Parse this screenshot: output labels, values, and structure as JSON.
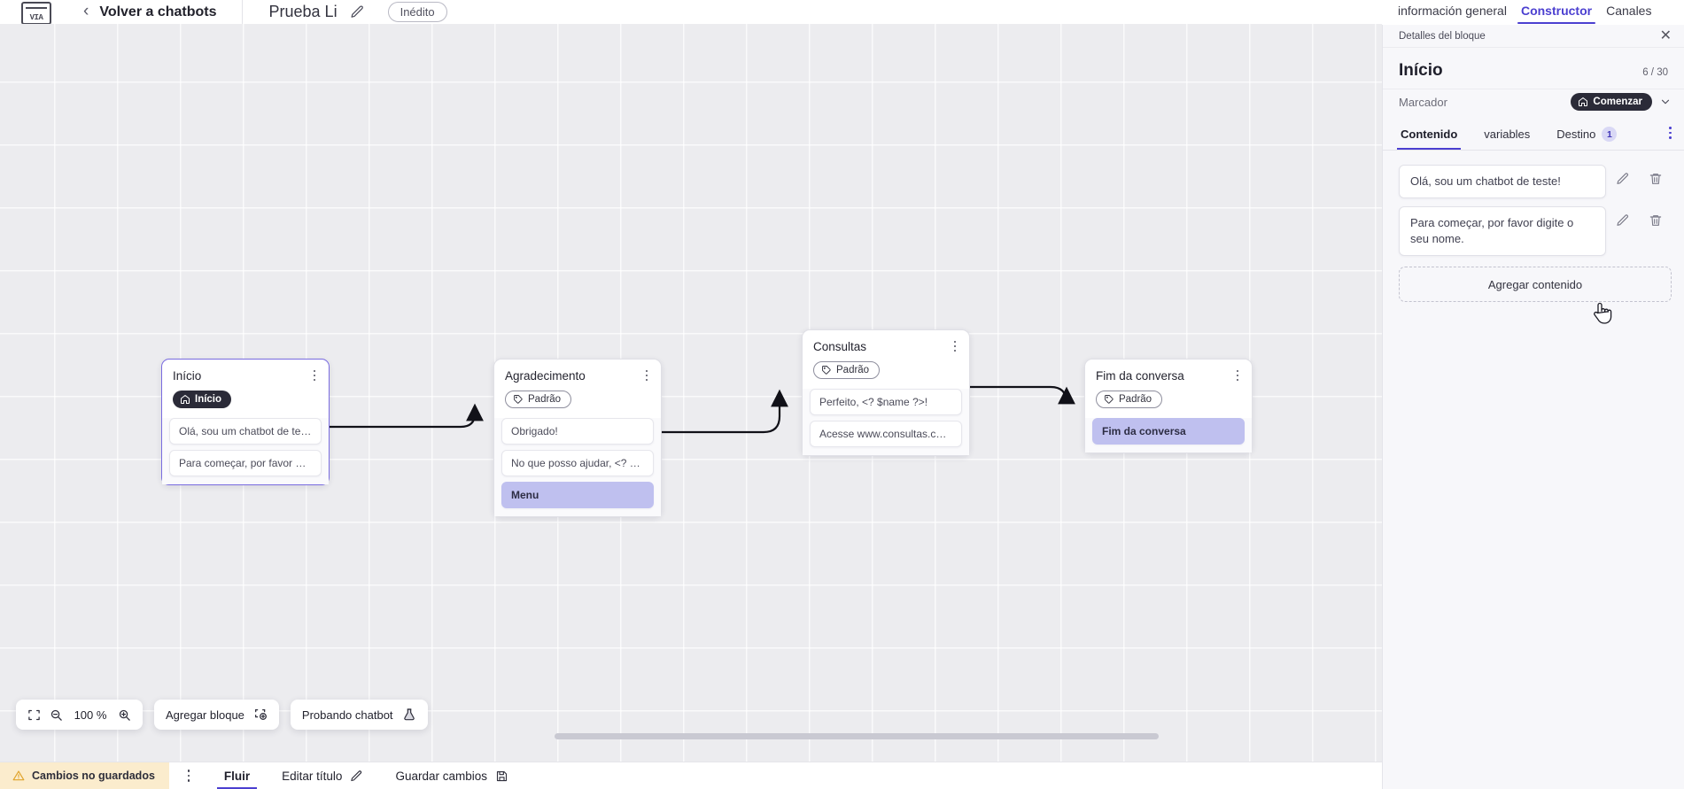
{
  "topbar": {
    "logo_text": "VIA",
    "back_label": "Volver a chatbots",
    "bot_name": "Prueba Li",
    "edit_icon": "pencil-icon",
    "status_chip": "Inédito"
  },
  "right_tabs": [
    {
      "label": "información general",
      "active": false
    },
    {
      "label": "Constructor",
      "active": true
    },
    {
      "label": "Canales",
      "active": false
    }
  ],
  "canvas": {
    "zoom_level": "100 %",
    "fit_icon": "fit-screen-icon",
    "zoom_out_icon": "zoom-out-icon",
    "zoom_in_icon": "zoom-in-icon",
    "add_block_label": "Agregar bloque",
    "add_block_icon": "add-block-icon",
    "test_label": "Probando chatbot",
    "test_icon": "flask-icon",
    "nodes": [
      {
        "id": "inicio",
        "title": "Início",
        "badge": {
          "text": "Início",
          "style": "dark",
          "icon": "home-icon"
        },
        "selected": true,
        "messages": [
          {
            "text": "Olá, sou um chatbot de teste!",
            "highlight": false
          },
          {
            "text": "Para começar, por favor digite o ...",
            "highlight": false
          }
        ]
      },
      {
        "id": "agradecimento",
        "title": "Agradecimento",
        "badge": {
          "text": "Padrão",
          "style": "outline",
          "icon": "tag-icon"
        },
        "selected": false,
        "messages": [
          {
            "text": "Obrigado!",
            "highlight": false
          },
          {
            "text": "No que posso ajudar, <? $name ...",
            "highlight": false
          },
          {
            "text": "Menu",
            "highlight": true
          }
        ]
      },
      {
        "id": "consultas",
        "title": "Consultas",
        "badge": {
          "text": "Padrão",
          "style": "outline",
          "icon": "tag-icon"
        },
        "selected": false,
        "messages": [
          {
            "text": "Perfeito, <? $name ?>!",
            "highlight": false
          },
          {
            "text": "Acesse www.consultas.com par...",
            "highlight": false
          }
        ]
      },
      {
        "id": "fim",
        "title": "Fim da conversa",
        "badge": {
          "text": "Padrão",
          "style": "outline",
          "icon": "tag-icon"
        },
        "selected": false,
        "messages": [
          {
            "text": "Fim da conversa",
            "highlight": true
          }
        ]
      }
    ]
  },
  "statusbar": {
    "unsaved_label": "Cambios no guardados",
    "warning_icon": "warning-triangle-icon",
    "kebab_icon": "kebab-menu-icon",
    "flow_tab": "Fluir",
    "edit_title_label": "Editar título",
    "edit_title_icon": "pencil-icon",
    "save_label": "Guardar cambios",
    "save_icon": "save-disk-icon"
  },
  "panel": {
    "header_label": "Detalles del bloque",
    "close_icon": "close-icon",
    "title": "Início",
    "count": "6 / 30",
    "marker_label": "Marcador",
    "marker_badge": "Comenzar",
    "marker_badge_icon": "home-icon",
    "marker_chevron_icon": "chevron-down-icon",
    "tabs": [
      {
        "label": "Contenido",
        "active": true,
        "count": null
      },
      {
        "label": "variables",
        "active": false,
        "count": null
      },
      {
        "label": "Destino",
        "active": false,
        "count": "1"
      }
    ],
    "tabs_kebab_icon": "kebab-menu-icon",
    "content_items": [
      {
        "text": "Olá, sou um chatbot de teste!",
        "edit_icon": "pencil-icon",
        "delete_icon": "trash-icon"
      },
      {
        "text": "Para começar, por favor digite o seu nome.",
        "edit_icon": "pencil-icon",
        "delete_icon": "trash-icon"
      }
    ],
    "add_content_label": "Agregar contenido"
  },
  "colors": {
    "accent": "#4b3fd0",
    "highlight": "#bfc0ef",
    "warning_bg": "#fbeccd",
    "canvas_bg": "#ececef",
    "panel_bg": "#f7f7fa"
  }
}
